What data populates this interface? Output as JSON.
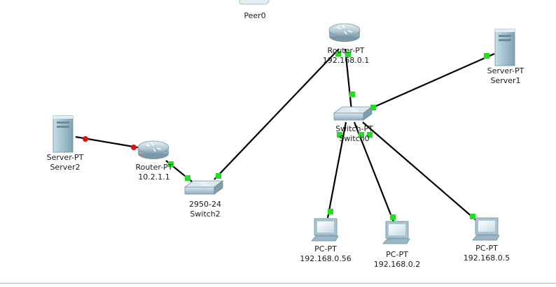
{
  "diagram": {
    "devices": [
      {
        "id": "peer0",
        "kind": "cloud",
        "type_label": "",
        "name_label": "Peer0"
      },
      {
        "id": "router-main",
        "kind": "router",
        "type_label": "Router-PT",
        "name_label": "192.168.0.1"
      },
      {
        "id": "server1",
        "kind": "server",
        "type_label": "Server-PT",
        "name_label": "Server1"
      },
      {
        "id": "switch0",
        "kind": "switch",
        "type_label": "Switch-PT",
        "name_label": "Switch0"
      },
      {
        "id": "server2",
        "kind": "server",
        "type_label": "Server-PT",
        "name_label": "Server2"
      },
      {
        "id": "router-10",
        "kind": "router",
        "type_label": "Router-PT",
        "name_label": "10.2.1.1"
      },
      {
        "id": "switch2",
        "kind": "switch",
        "type_label": "2950-24",
        "name_label": "Switch2"
      },
      {
        "id": "pc-56",
        "kind": "pc",
        "type_label": "PC-PT",
        "name_label": "192.168.0.56"
      },
      {
        "id": "pc-2",
        "kind": "pc",
        "type_label": "PC-PT",
        "name_label": "192.168.0.2"
      },
      {
        "id": "pc-5",
        "kind": "pc",
        "type_label": "PC-PT",
        "name_label": "192.168.0.5"
      }
    ],
    "links": [
      {
        "from": "router-main",
        "to": "switch0",
        "status": "up"
      },
      {
        "from": "switch0",
        "to": "server1",
        "status": "up"
      },
      {
        "from": "router-main",
        "to": "switch2",
        "status": "up"
      },
      {
        "from": "server2",
        "to": "router-10",
        "status": "down"
      },
      {
        "from": "router-10",
        "to": "switch2",
        "status": "up"
      },
      {
        "from": "switch0",
        "to": "pc-56",
        "status": "up"
      },
      {
        "from": "switch0",
        "to": "pc-2",
        "status": "up"
      },
      {
        "from": "switch0",
        "to": "pc-5",
        "status": "up"
      }
    ]
  },
  "colors": {
    "link_up": "#22dd22",
    "link_down": "#dd1111",
    "cable": "#000000",
    "device_body": "#9fc3d3"
  }
}
